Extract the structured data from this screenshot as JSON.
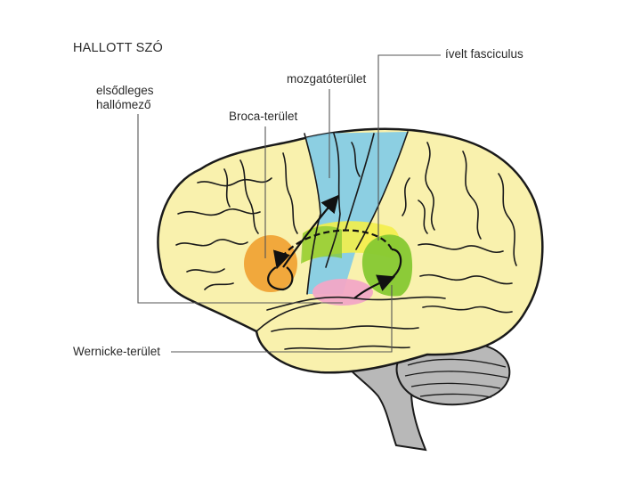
{
  "title": "HALLOTT SZÓ",
  "labels": {
    "primary_auditory_line1": "elsődleges",
    "primary_auditory_line2": "hallómező",
    "broca": "Broca-terület",
    "motor": "mozgatóterület",
    "arcuate": "ívelt fasciculus",
    "wernicke": "Wernicke-terület"
  },
  "colors": {
    "brain_fill": "#f9f1ad",
    "outline": "#1a1a1a",
    "motor_area": "#7fcbe8",
    "broca_area": "#f0a030",
    "wernicke_area": "#86c832",
    "arcuate_band": "#f3ee4a",
    "primary_auditory": "#f2a6c6",
    "brainstem": "#b8b8b8",
    "leader_lines": "#555555"
  }
}
